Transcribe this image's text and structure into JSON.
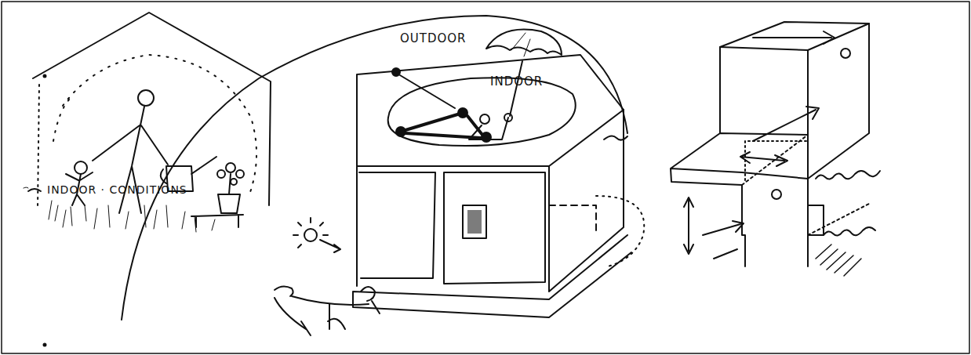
{
  "diagram": {
    "labels": [
      "OUTDOOR",
      "INDOOR",
      "INDOOR · CONDITIONS"
    ]
  }
}
